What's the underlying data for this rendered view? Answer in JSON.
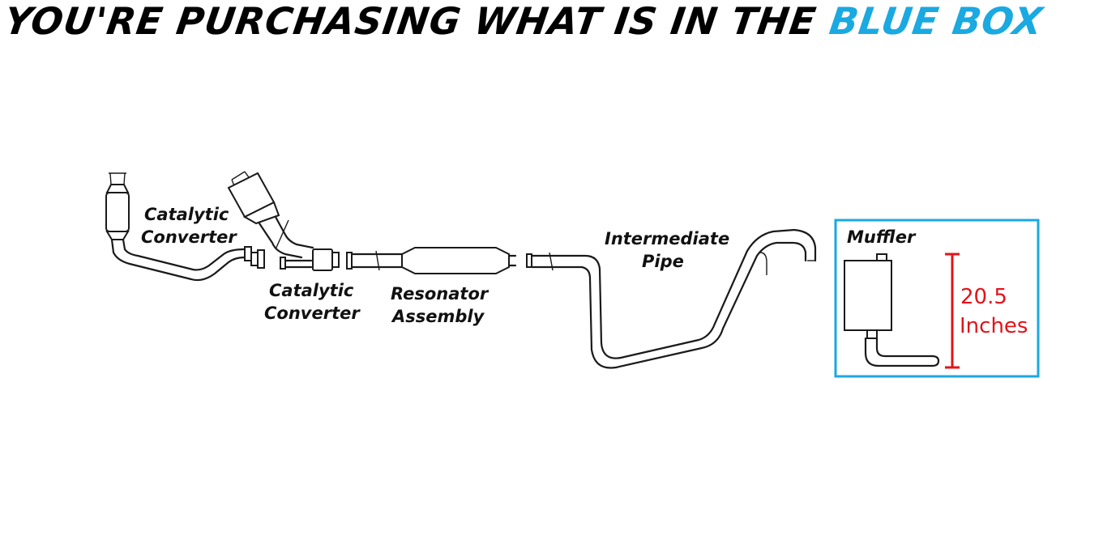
{
  "headline": {
    "dark_text": "YOU'RE PURCHASING WHAT IS IN THE",
    "accent_text": "BLUE BOX",
    "accent_color": "#1aa9e1"
  },
  "diagram": {
    "labels": {
      "cat_converter_1_line1": "Catalytic",
      "cat_converter_1_line2": "Converter",
      "cat_converter_2_line1": "Catalytic",
      "cat_converter_2_line2": "Converter",
      "resonator_line1": "Resonator",
      "resonator_line2": "Assembly",
      "intermediate_line1": "Intermediate",
      "intermediate_line2": "Pipe",
      "muffler": "Muffler"
    },
    "measurement": {
      "value": "20.5",
      "unit": "Inches",
      "color": "#e0141a"
    },
    "highlight_box_color": "#1aa9e1"
  }
}
